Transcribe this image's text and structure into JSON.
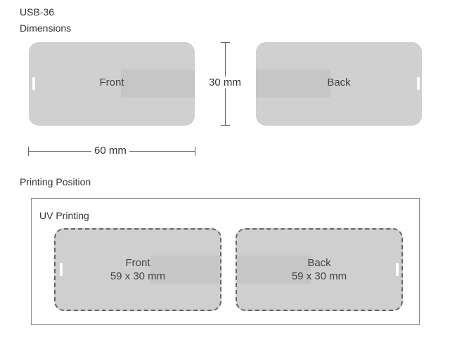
{
  "header": {
    "model": "USB-36",
    "subtitle": "Dimensions"
  },
  "dimensions": {
    "front_label": "Front",
    "back_label": "Back",
    "height_label": "30 mm",
    "width_label": "60 mm"
  },
  "printing": {
    "section_title": "Printing Position",
    "method": "UV Printing",
    "front": {
      "label": "Front",
      "size": "59 x 30 mm"
    },
    "back": {
      "label": "Back",
      "size": "59 x 30 mm"
    }
  }
}
